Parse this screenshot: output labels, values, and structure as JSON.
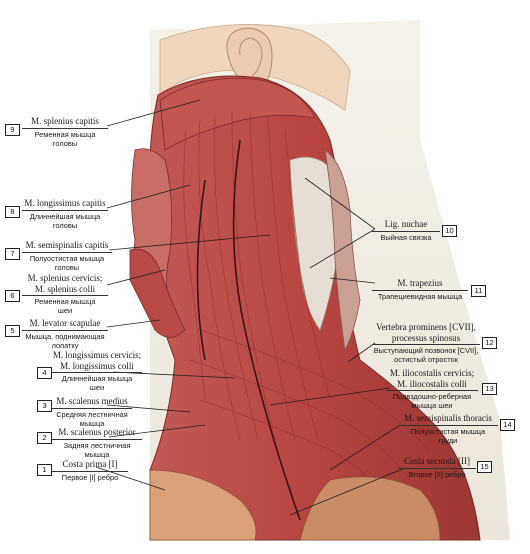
{
  "colors": {
    "muscle": "#b94a4a",
    "muscle_dark": "#8e2f2f",
    "muscle_light": "#d97b72",
    "tendon": "#e9dcd0",
    "skin": "#f0d8c0",
    "background": "#f3f0e8",
    "line": "#222222"
  },
  "labels": [
    {
      "num": "9",
      "lat": [
        "M. splenius capitis"
      ],
      "ru": [
        "Ременная мышца",
        "головы"
      ]
    },
    {
      "num": "8",
      "lat": [
        "M. longissimus capitis"
      ],
      "ru": [
        "Длиннейшая мышца",
        "головы"
      ]
    },
    {
      "num": "7",
      "lat": [
        "M. semispinalis capitis"
      ],
      "ru": [
        "Полуостистая мышца",
        "головы"
      ]
    },
    {
      "num": "6",
      "lat": [
        "M. splenius cervicis;",
        "M. splenius colli"
      ],
      "ru": [
        "Ременная мышца",
        "шеи"
      ]
    },
    {
      "num": "5",
      "lat": [
        "M. levator scapulae"
      ],
      "ru": [
        "Мышца, поднимающая",
        "лопатку"
      ]
    },
    {
      "num": "4",
      "lat": [
        "M. longissimus cervicis;",
        "M. longissimus colli"
      ],
      "ru": [
        "Длиннейшая мышца",
        "шеи"
      ]
    },
    {
      "num": "3",
      "lat": [
        "M. scalenus medius"
      ],
      "ru": [
        "Средняя лестничная",
        "мышца"
      ]
    },
    {
      "num": "2",
      "lat": [
        "M. scalenus posterior"
      ],
      "ru": [
        "Задняя лестничная",
        "мышца"
      ]
    },
    {
      "num": "1",
      "lat": [
        "Costa prima [I]"
      ],
      "ru": [
        "Первое [I] ребро"
      ]
    },
    {
      "num": "10",
      "lat": [
        "Lig. nuchae"
      ],
      "ru": [
        "Выйная связка"
      ]
    },
    {
      "num": "11",
      "lat": [
        "M. trapezius"
      ],
      "ru": [
        "Трапециевидная мышца"
      ]
    },
    {
      "num": "12",
      "lat": [
        "Vertebra prominens [CVII],",
        "processus spinosus"
      ],
      "ru": [
        "Выступающий позвонок [CVII],",
        "остистый отросток"
      ]
    },
    {
      "num": "13",
      "lat": [
        "M. iliocostalis cervicis;",
        "M. iliocostalis colli"
      ],
      "ru": [
        "Подвздошно-реберная",
        "мышца шеи"
      ]
    },
    {
      "num": "14",
      "lat": [
        "M. semispinalis thoracis"
      ],
      "ru": [
        "Полуостистая мышца",
        "груди"
      ]
    },
    {
      "num": "15",
      "lat": [
        "Costa secunda [II]"
      ],
      "ru": [
        "Второе [II] ребро"
      ]
    }
  ]
}
